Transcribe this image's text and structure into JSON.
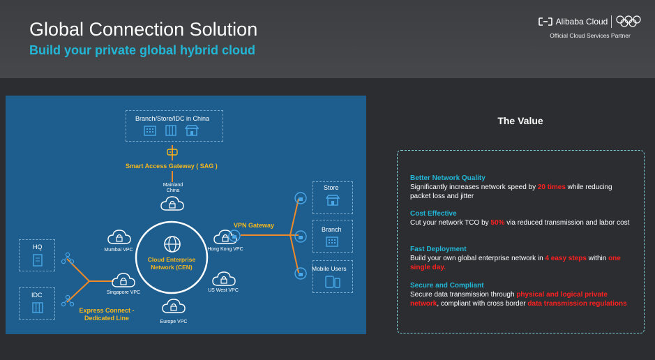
{
  "header": {
    "title": "Global Connection Solution",
    "subtitle": "Build your private global hybrid cloud",
    "brand_name": "Alibaba Cloud",
    "brand_partner": "Official Cloud Services Partner"
  },
  "diagram": {
    "branch_box_label": "Branch/Store/IDC in China",
    "sag_label": "Smart Access Gateway ( SAG )",
    "mainland_china": "Mainland China",
    "mumbai_vpc": "Mumbai VPC",
    "singapore_vpc": "Singapore VPC",
    "hongkong_vpc": "Hong Kong VPC",
    "uswest_vpc": "US West VPC",
    "europe_vpc": "Europe VPC",
    "cen_label": "Cloud Enterprise Network (CEN)",
    "vpn_gateway": "VPN Gateway",
    "store": "Store",
    "branch": "Branch",
    "mobile_users": "Mobile  Users",
    "hq": "HQ",
    "idc": "IDC",
    "express_connect": "Express Connect - Dedicated Line",
    "accent_color": "#f5b81e",
    "background_color": "#1e5e8e"
  },
  "value": {
    "title": "The Value",
    "items": [
      {
        "heading": "Better Network Quality",
        "pre": "Significantly increases network speed by ",
        "hl1": "20 times",
        "mid": " while reducing packet loss and jitter",
        "hl2": "",
        "post": ""
      },
      {
        "heading": "Cost Effective",
        "pre": "Cut your network TCO by ",
        "hl1": "50%",
        "mid": " via reduced transmission and labor cost",
        "hl2": "",
        "post": ""
      },
      {
        "heading": "Fast Deployment",
        "pre": "Build your own global enterprise network in ",
        "hl1": "4 easy steps",
        "mid": " within ",
        "hl2": "one single day.",
        "post": ""
      },
      {
        "heading": "Secure and Compliant",
        "pre": "Secure data transmission through ",
        "hl1": "physical and logical private network",
        "mid": ", compliant with cross border ",
        "hl2": "data transmission regulations",
        "post": ""
      }
    ],
    "heading_color": "#22b7d6",
    "highlight_color": "#ff2020"
  }
}
